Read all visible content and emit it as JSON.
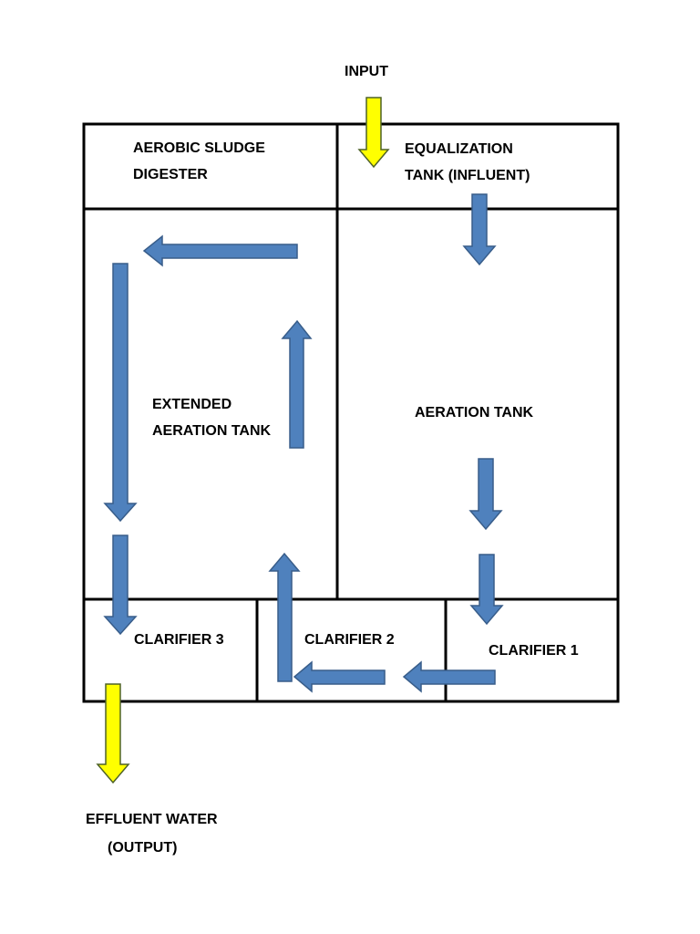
{
  "labels": {
    "input": "INPUT",
    "digester_line1": "AEROBIC SLUDGE",
    "digester_line2": "DIGESTER",
    "equalization_line1": "EQUALIZATION",
    "equalization_line2": "TANK (INFLUENT)",
    "extended_line1": "EXTENDED",
    "extended_line2": "AERATION TANK",
    "aeration": "AERATION TANK",
    "clarifier3": "CLARIFIER 3",
    "clarifier2": "CLARIFIER 2",
    "clarifier1": "CLARIFIER 1",
    "output_line1": "EFFLUENT WATER",
    "output_line2": "(OUTPUT)"
  },
  "colors": {
    "flow_arrow": "#4f81bd",
    "flow_arrow_border": "#385d8a",
    "io_arrow": "#ffff00",
    "io_arrow_border": "#4f6228",
    "lines": "#000000"
  }
}
